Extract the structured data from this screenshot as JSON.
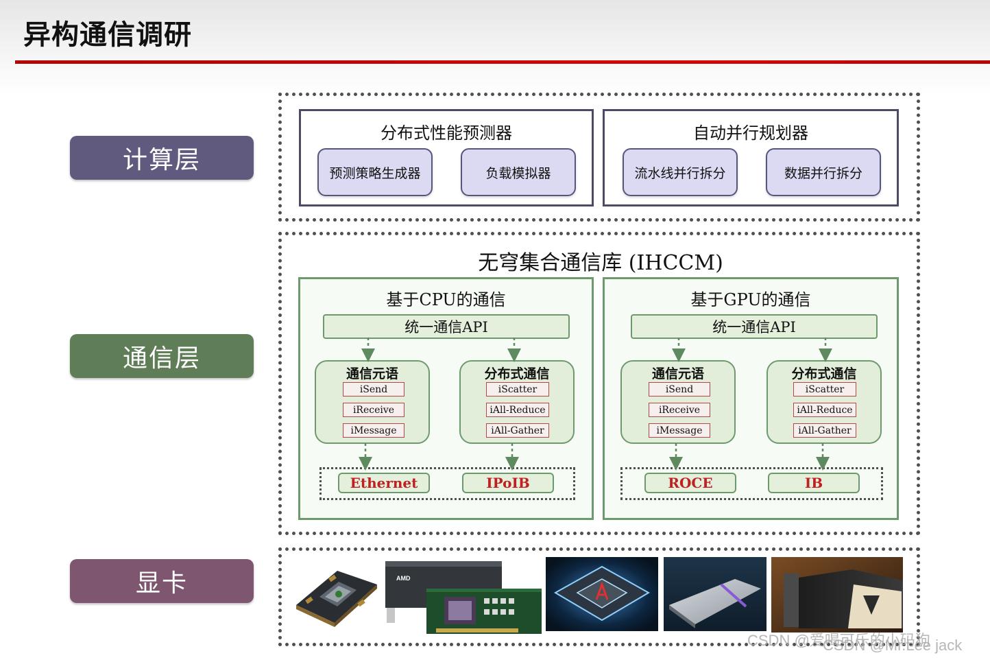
{
  "slide": {
    "title": "异构通信调研"
  },
  "layers": {
    "compute": {
      "label": "计算层",
      "color": "#5f5a7e"
    },
    "comm": {
      "label": "通信层",
      "color": "#5f7e58"
    },
    "gpu": {
      "label": "显卡",
      "color": "#7e5670"
    }
  },
  "compute_layer": {
    "predictor": {
      "title": "分布式性能预测器",
      "items": [
        "预测策略生成器",
        "负载模拟器"
      ]
    },
    "planner": {
      "title": "自动并行规划器",
      "items": [
        "流水线并行拆分",
        "数据并行拆分"
      ]
    }
  },
  "comm_layer": {
    "title": "无穹集合通信库 (IHCCM)",
    "cpu": {
      "title": "基于CPU的通信",
      "api": "统一通信API",
      "primitives": {
        "title": "通信元语",
        "ops": [
          "iSend",
          "iReceive",
          "iMessage"
        ]
      },
      "distributed": {
        "title": "分布式通信",
        "ops": [
          "iScatter",
          "iAll-Reduce",
          "iAll-Gather"
        ]
      },
      "networks": [
        "Ethernet",
        "IPoIB"
      ]
    },
    "gpu": {
      "title": "基于GPU的通信",
      "api": "统一通信API",
      "primitives": {
        "title": "通信元语",
        "ops": [
          "iSend",
          "iReceive",
          "iMessage"
        ]
      },
      "distributed": {
        "title": "分布式通信",
        "ops": [
          "iScatter",
          "iAll-Reduce",
          "iAll-Gather"
        ]
      },
      "networks": [
        "ROCE",
        "IB"
      ]
    }
  },
  "gpu_layer": {
    "card_labels": [
      "AMD"
    ]
  },
  "watermark": {
    "line1": "CSDN @爱喝可乐的小码狗",
    "line2": "CSDN @Mr.Lee jack"
  },
  "colors": {
    "accent_red": "#c00000",
    "network_text": "#c02020"
  }
}
